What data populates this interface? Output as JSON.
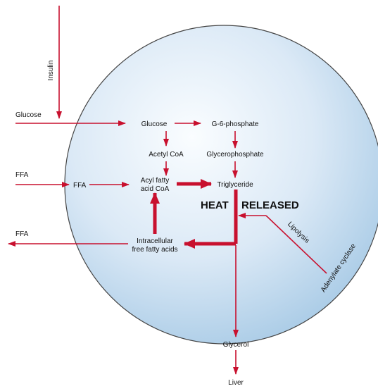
{
  "colors": {
    "arrow": "#c8102e",
    "cell_center": "#fafdff",
    "cell_edge": "#a9cbe6",
    "cell_outline": "#444444",
    "text": "#111111"
  },
  "labels": {
    "insulin": "Insulin",
    "glucose_in": "Glucose",
    "ffa_in": "FFA",
    "ffa_inner": "FFA",
    "ffa_out": "FFA",
    "glucose_cell": "Glucose",
    "g6p": "G-6-phosphate",
    "acetyl_coa": "Acetyl CoA",
    "glycerophosphate": "Glycerophosphate",
    "acyl_line1": "Acyl fatty",
    "acyl_line2": "acid CoA",
    "triglyceride": "Triglyceride",
    "heat": "HEAT",
    "released": "RELEASED",
    "intracellular_line1": "Intracellular",
    "intracellular_line2": "free fatty acids",
    "lipolysis": "Lipolysis",
    "adenylate_cyclase": "Adenylate cyclase",
    "glycerol": "Glycerol",
    "liver": "Liver"
  }
}
